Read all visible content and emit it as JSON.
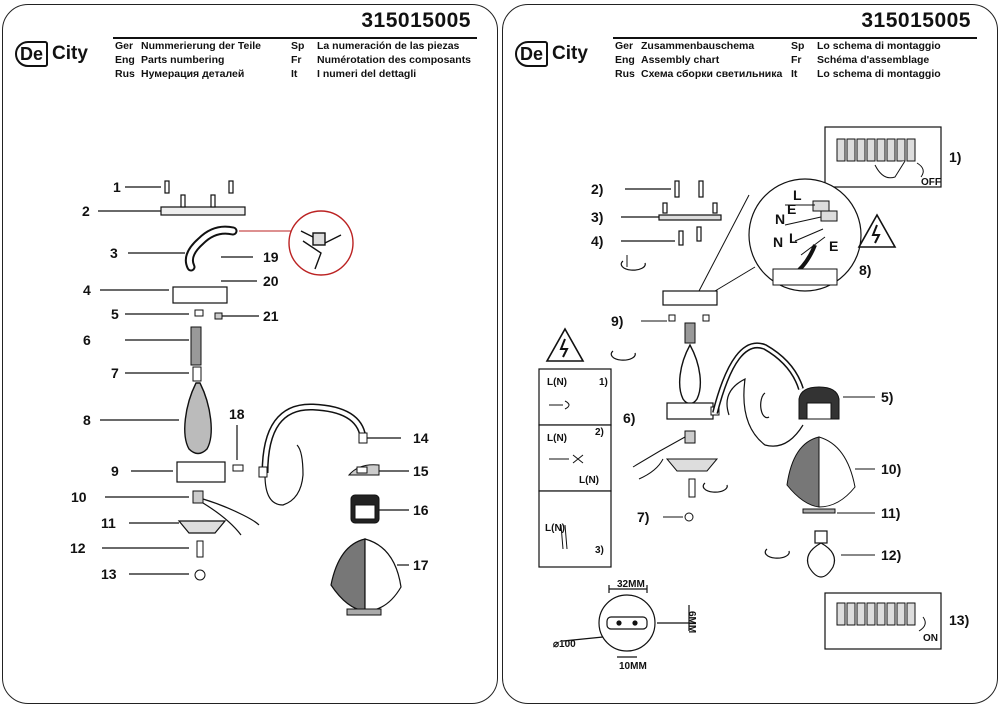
{
  "code": "315015005",
  "brand": {
    "mark": "De",
    "name": "City"
  },
  "left_header": [
    {
      "lang": "Ger",
      "text": "Nummerierung der Teile"
    },
    {
      "lang": "Eng",
      "text": "Parts numbering"
    },
    {
      "lang": "Rus",
      "text": "Нумерация деталей"
    }
  ],
  "left_header_right": [
    {
      "lang": "Sp",
      "text": "La numeración de las piezas"
    },
    {
      "lang": "Fr",
      "text": "Numérotation des composants"
    },
    {
      "lang": "It",
      "text": "I numeri del dettagli"
    }
  ],
  "right_header": [
    {
      "lang": "Ger",
      "text": "Zusammenbauschema"
    },
    {
      "lang": "Eng",
      "text": "Assembly chart"
    },
    {
      "lang": "Rus",
      "text": "Схема сборки светильника"
    }
  ],
  "right_header_right": [
    {
      "lang": "Sp",
      "text": "Lo schema di montaggio"
    },
    {
      "lang": "Fr",
      "text": "Schéma d'assemblage"
    },
    {
      "lang": "It",
      "text": "Lo schema di montaggio"
    }
  ],
  "parts_labels": {
    "p1": "1",
    "p2": "2",
    "p3": "3",
    "p4": "4",
    "p5": "5",
    "p6": "6",
    "p7": "7",
    "p8": "8",
    "p9": "9",
    "p10": "10",
    "p11": "11",
    "p12": "12",
    "p13": "13",
    "p14": "14",
    "p15": "15",
    "p16": "16",
    "p17": "17",
    "p18": "18",
    "p19": "19",
    "p20": "20",
    "p21": "21"
  },
  "assembly_labels": {
    "s1": "1)",
    "s2": "2)",
    "s3": "3)",
    "s4": "4)",
    "s5": "5)",
    "s6": "6)",
    "s7": "7)",
    "s8": "8)",
    "s9": "9)",
    "s10": "10)",
    "s11": "11)",
    "s12": "12)",
    "s13": "13)"
  },
  "wiring": {
    "N": "N",
    "L": "L",
    "E": "E",
    "LN": "L(N)",
    "step1": "1)",
    "step2": "2)",
    "step3": "3)",
    "off": "OFF",
    "on": "ON"
  },
  "dimensions": {
    "d32": "32MM",
    "d10": "10MM",
    "d6": "6MM",
    "d100": "⌀100"
  }
}
